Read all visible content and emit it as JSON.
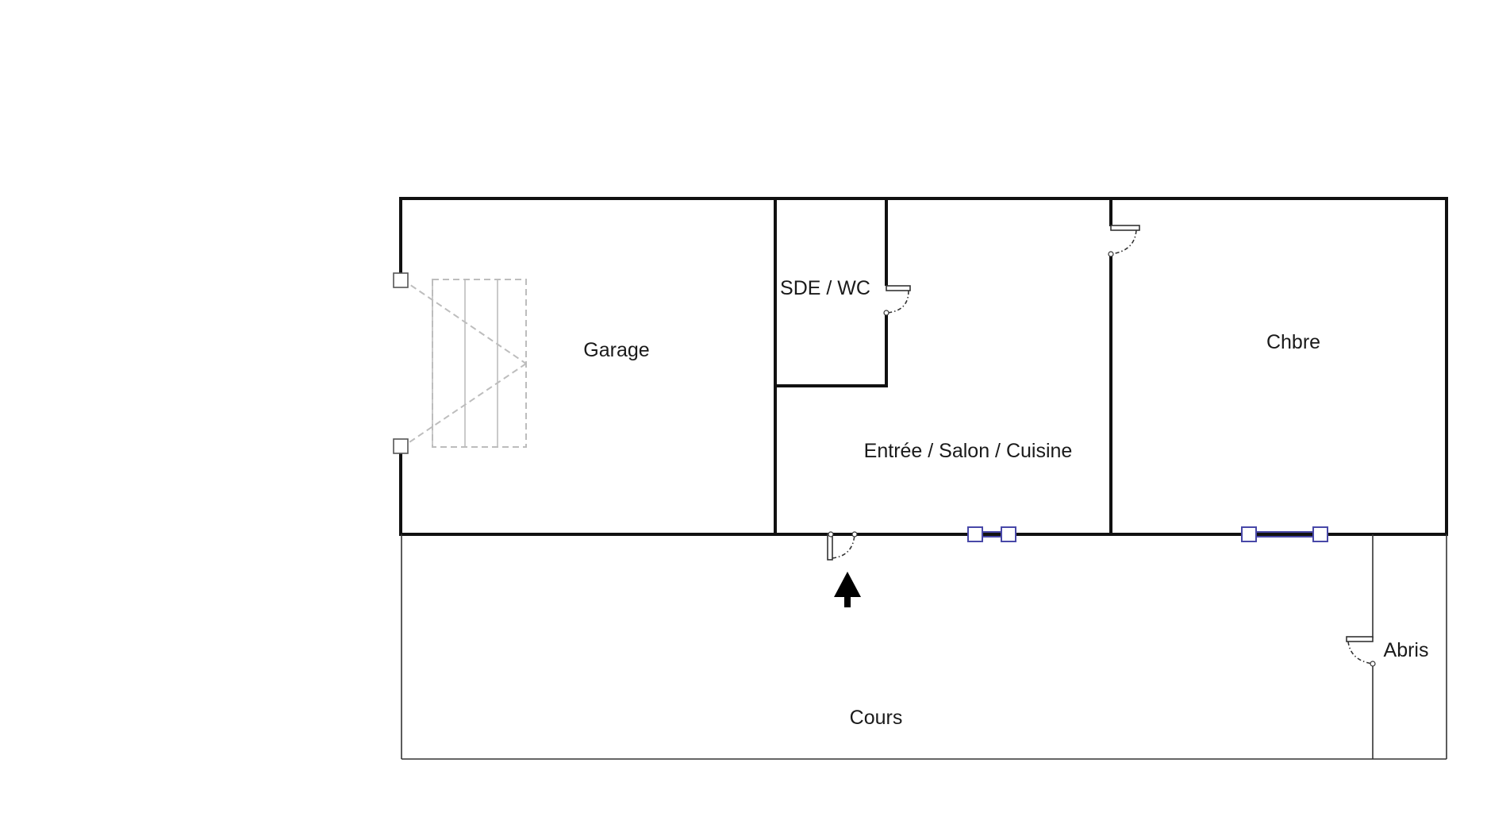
{
  "plan": {
    "rooms": {
      "garage": "Garage",
      "sde_wc": "SDE / WC",
      "chbre": "Chbre",
      "entree_salon_cuisine": "Entrée / Salon / Cuisine",
      "cours": "Cours",
      "abris": "Abris"
    },
    "icons": {
      "entrance": "entrance-arrow-icon",
      "staircase": "staircase-icon",
      "door": "door-icon",
      "window": "window-icon"
    },
    "colors": {
      "walls": "#111111",
      "windows": "#4848a8",
      "stairs": "#bdbdbd"
    }
  }
}
